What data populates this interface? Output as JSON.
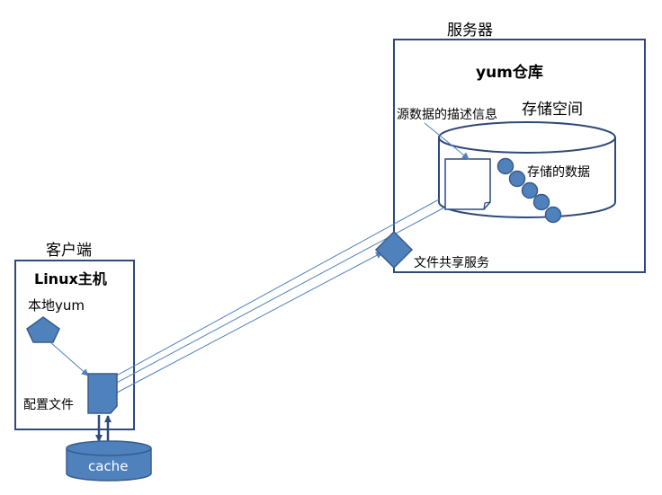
{
  "server": {
    "title": "服务器",
    "repo_title": "yum仓库",
    "storage_label": "存储空间",
    "metadata_label": "源数据的描述信息",
    "stored_data_label": "存储的数据",
    "share_service_label": "文件共享服务"
  },
  "client": {
    "title": "客户端",
    "host_title": "Linux主机",
    "local_yum_label": "本地yum",
    "config_label": "配置文件",
    "cache_label": "cache"
  },
  "colors": {
    "box_border": "#2f4a78",
    "shape_fill": "#4f81bd",
    "shape_stroke": "#385d8a",
    "line": "#4f81bd"
  }
}
